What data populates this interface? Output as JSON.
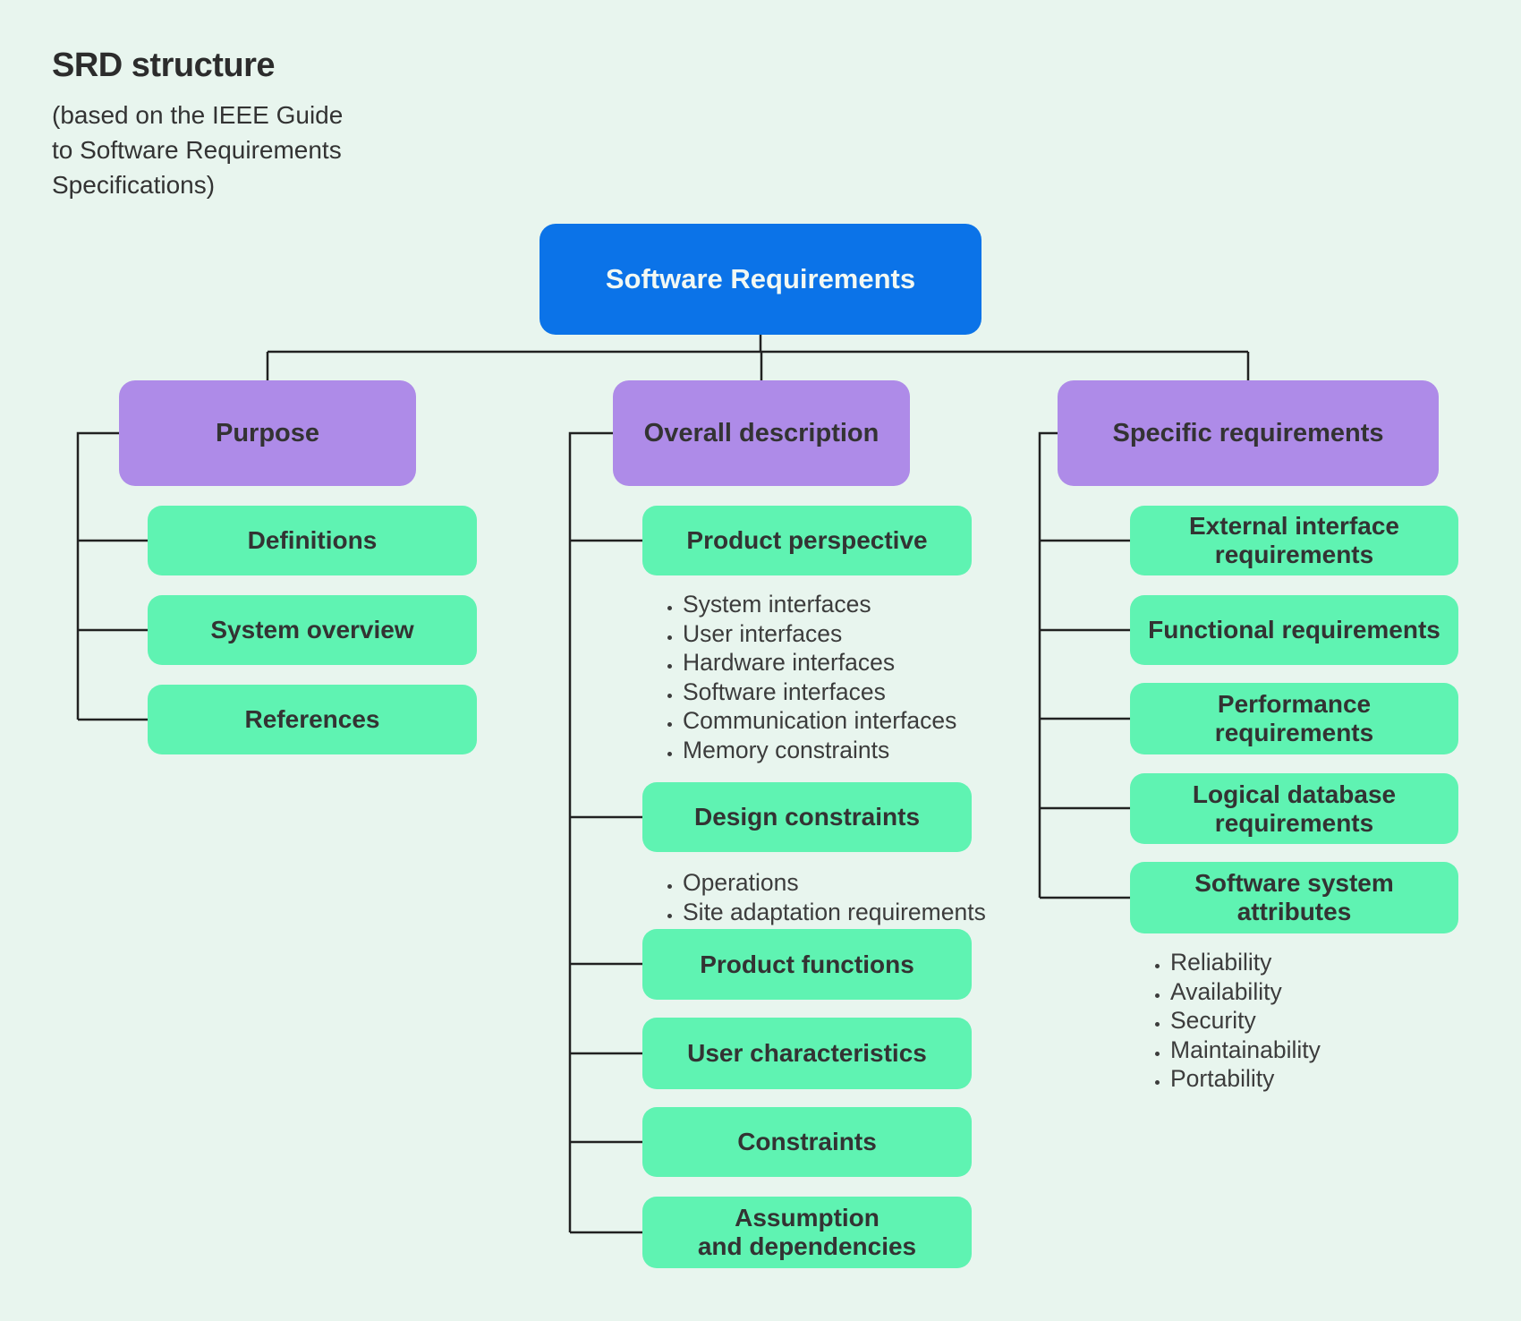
{
  "title": {
    "heading": "SRD structure",
    "subtitle": "(based on the IEEE Guide\nto Software Requirements\nSpecifications)"
  },
  "root": {
    "label": "Software Requirements"
  },
  "columns": [
    {
      "header": "Purpose",
      "children": [
        {
          "label": "Definitions"
        },
        {
          "label": "System overview"
        },
        {
          "label": "References"
        }
      ]
    },
    {
      "header": "Overall description",
      "children": [
        {
          "label": "Product perspective",
          "bullets": [
            "System interfaces",
            "User interfaces",
            "Hardware interfaces",
            "Software interfaces",
            "Communication interfaces",
            "Memory constraints"
          ]
        },
        {
          "label": "Design constraints",
          "bullets": [
            "Operations",
            "Site adaptation requirements"
          ]
        },
        {
          "label": "Product functions"
        },
        {
          "label": "User characteristics"
        },
        {
          "label": "Constraints"
        },
        {
          "label": "Assumption\nand dependencies"
        }
      ]
    },
    {
      "header": "Specific requirements",
      "children": [
        {
          "label": "External interface\nrequirements"
        },
        {
          "label": "Functional requirements"
        },
        {
          "label": "Performance\nrequirements"
        },
        {
          "label": "Logical database\nrequirements"
        },
        {
          "label": "Software system\nattributes",
          "bullets": [
            "Reliability",
            "Availability",
            "Security",
            "Maintainability",
            "Portability"
          ]
        }
      ]
    }
  ],
  "colors": {
    "background": "#e8f5ee",
    "root_fill": "#0b73e8",
    "root_text": "#f2f8f3",
    "header_fill": "#ae8be8",
    "node_fill": "#5ff3b2",
    "node_text": "#333333",
    "bullet_text": "#3c3c3c",
    "connector": "#212121"
  }
}
